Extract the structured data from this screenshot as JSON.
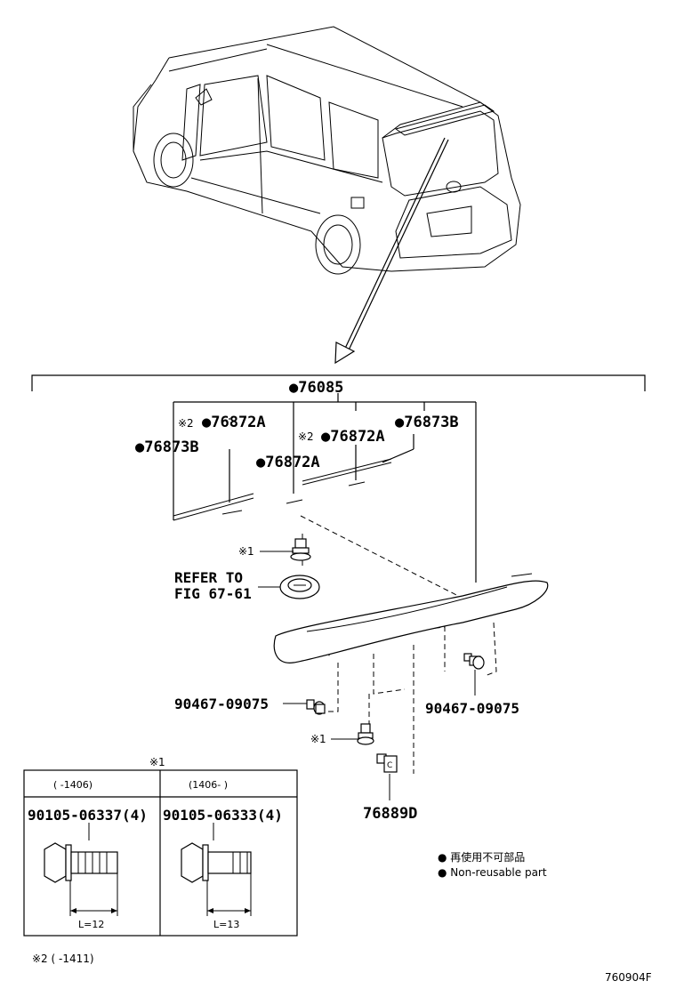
{
  "main_part": "●76085",
  "parts": {
    "p76872a_1_mark": "※2",
    "p76872a_1": "●76872A",
    "p76873b_left": "●76873B",
    "p76872a_2_mark": "※2",
    "p76872a_2": "●76872A",
    "p76873b_right": "●76873B",
    "p76872a_3": "●76872A",
    "bolt_top_mark": "※1",
    "refer_line1": "REFER TO",
    "refer_line2": "FIG 67-61",
    "screw_left": "90467-09075",
    "screw_right": "90467-09075",
    "bolt_bottom_mark": "※1",
    "clip": "76889D"
  },
  "table": {
    "mark": "※1",
    "col1_range": "(    -1406)",
    "col2_range": "(1406-    )",
    "col1_part": "90105-06337(4)",
    "col2_part": "90105-06333(4)",
    "col1_length": "L=12",
    "col2_length": "L=13"
  },
  "footnote": "※2 (     -1411)",
  "legend": {
    "line1": "● 再使用不可部品",
    "line2": "● Non-reusable part"
  },
  "figure_id": "760904F"
}
